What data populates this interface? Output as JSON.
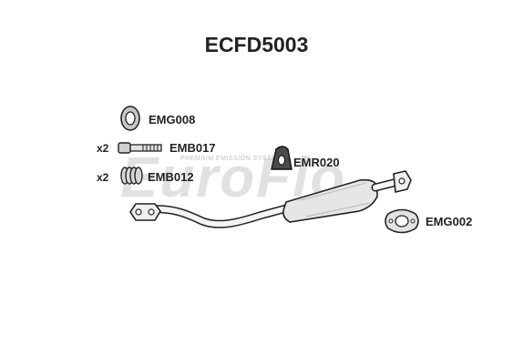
{
  "title": "ECFD5003",
  "watermark": {
    "brand": "EuroFlo",
    "tagline": "PREMIUM EMISSION SYSTEMS"
  },
  "parts": [
    {
      "code": "EMG008",
      "qty": "",
      "icon": "flat-gasket-ring-icon"
    },
    {
      "code": "EMB017",
      "qty": "x2",
      "icon": "bolt-icon"
    },
    {
      "code": "EMB012",
      "qty": "x2",
      "icon": "spring-icon"
    },
    {
      "code": "EMR020",
      "qty": "",
      "icon": "rubber-hanger-icon"
    },
    {
      "code": "EMG002",
      "qty": "",
      "icon": "flange-gasket-icon"
    }
  ]
}
